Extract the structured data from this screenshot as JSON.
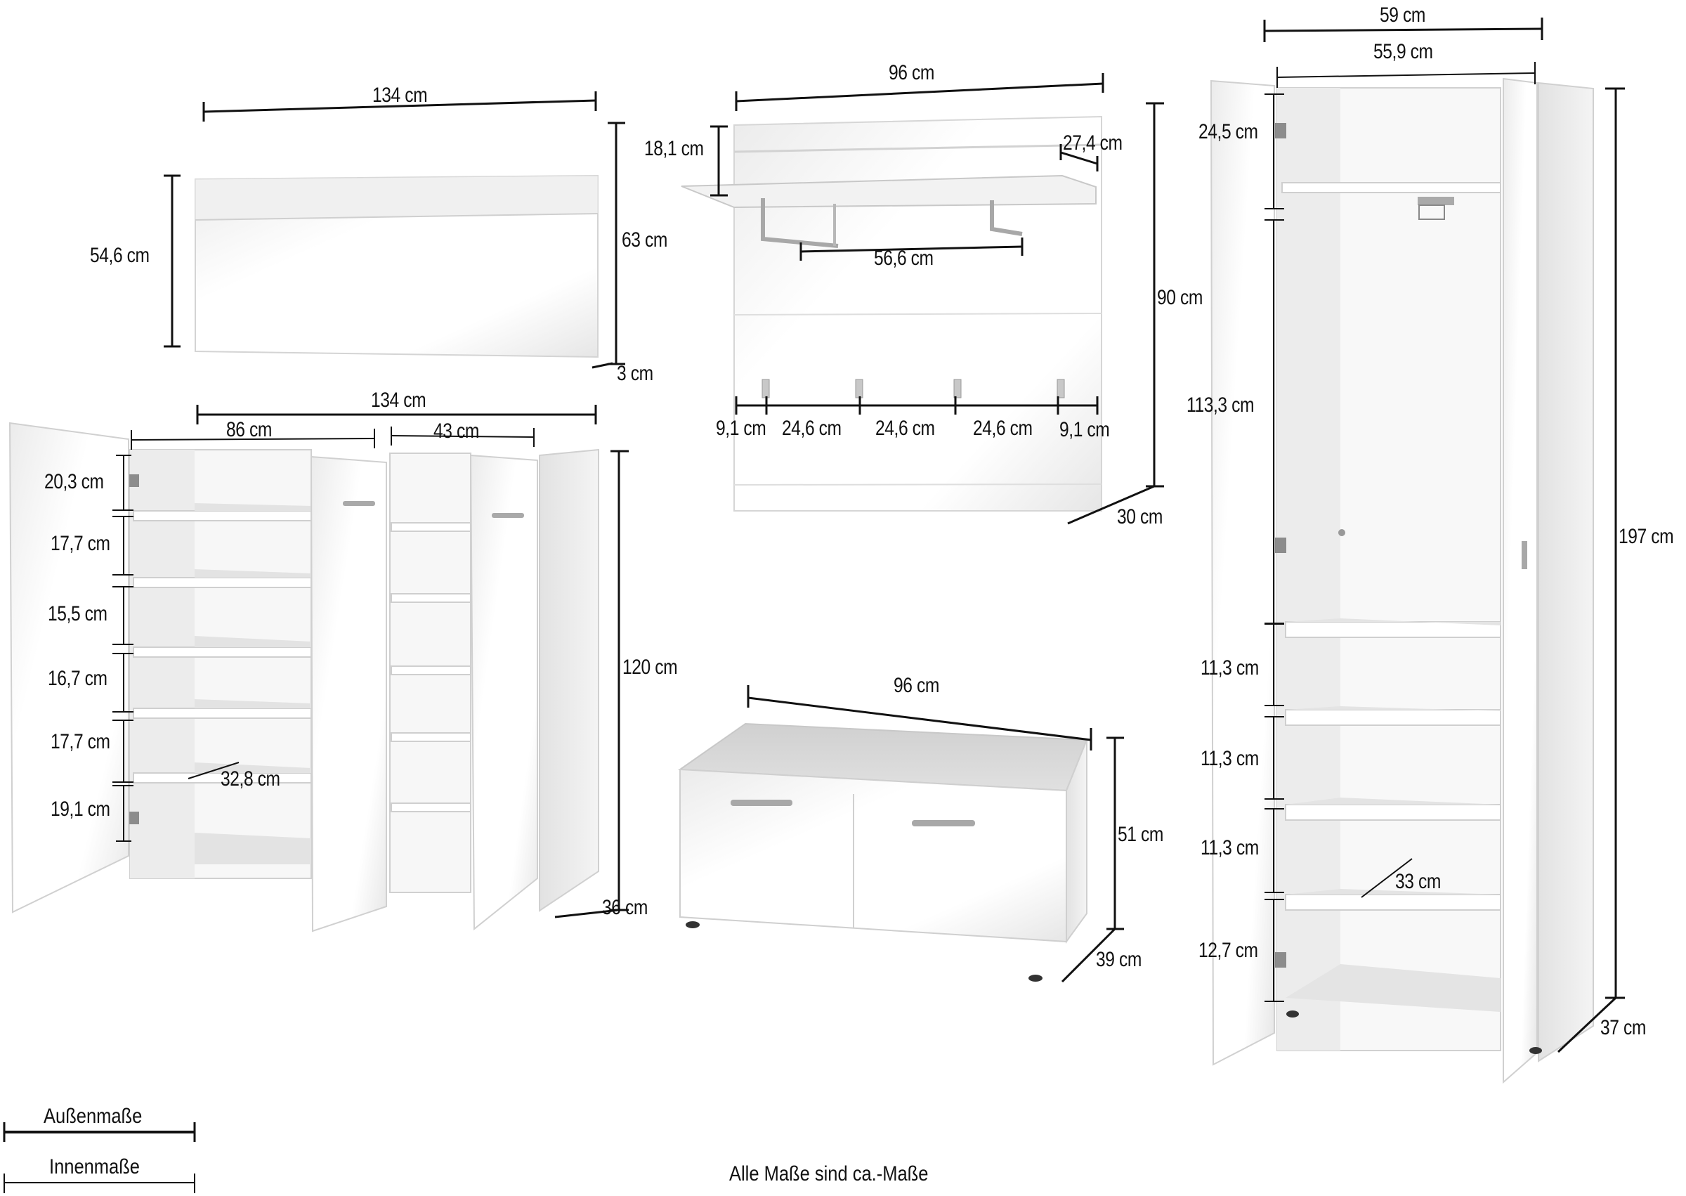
{
  "diagram": {
    "title_note": "Alle Maße sind ca.-Maße",
    "legend": {
      "outer_label": "Außenmaße",
      "inner_label": "Innenmaße"
    },
    "mirror": {
      "width": "134 cm",
      "height": "63 cm",
      "glass_height": "54,6 cm",
      "depth": "3 cm"
    },
    "coat_rack": {
      "width": "96 cm",
      "height": "90 cm",
      "depth": "30 cm",
      "shelf_height": "18,1 cm",
      "shelf_depth": "27,4 cm",
      "rod_width": "56,6 cm",
      "hook_spacing": [
        "9,1 cm",
        "24,6 cm",
        "24,6 cm",
        "24,6 cm",
        "9,1 cm"
      ]
    },
    "shoe_cabinet": {
      "width": "134 cm",
      "height": "120 cm",
      "depth": "36 cm",
      "left_inner_width": "86 cm",
      "right_inner_width": "43 cm",
      "shelf_depth": "32,8 cm",
      "compartments": [
        "20,3 cm",
        "17,7 cm",
        "15,5 cm",
        "16,7 cm",
        "17,7 cm",
        "19,1 cm"
      ]
    },
    "bench": {
      "width": "96 cm",
      "height": "51 cm",
      "depth": "39 cm"
    },
    "wardrobe": {
      "width": "59 cm",
      "inner_width": "55,9 cm",
      "height": "197 cm",
      "depth": "37 cm",
      "shelf_depth": "33 cm",
      "compartments": [
        "24,5 cm",
        "113,3 cm",
        "11,3 cm",
        "11,3 cm",
        "11,3 cm",
        "12,7 cm"
      ]
    }
  }
}
